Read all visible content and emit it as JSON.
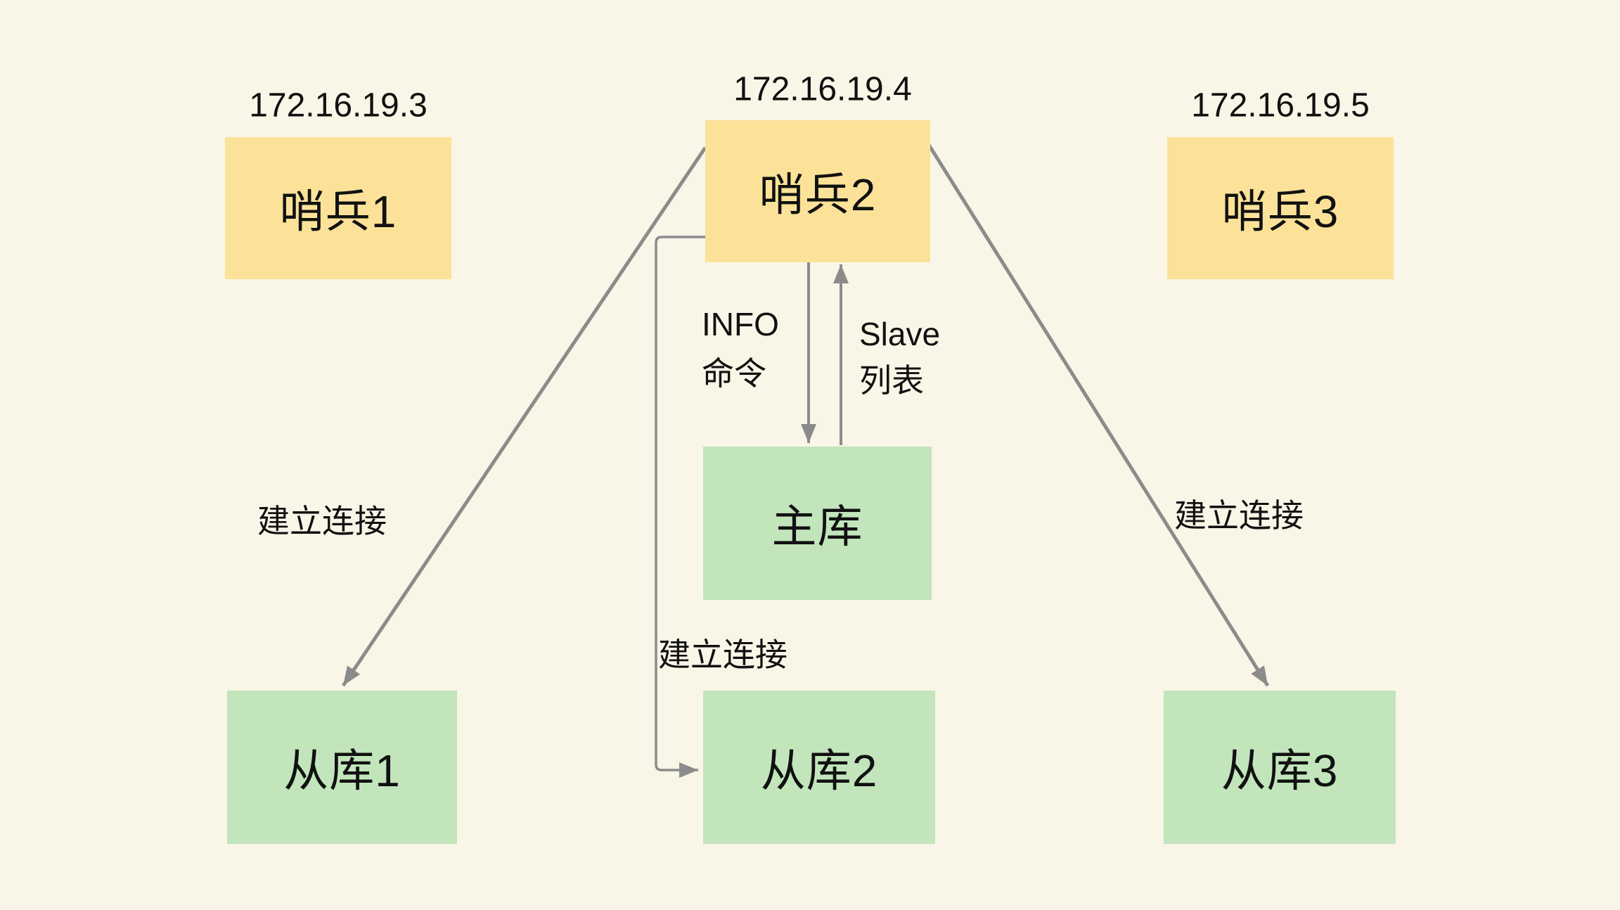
{
  "colors": {
    "background": "#F9F5E7",
    "sentinel_fill": "#FBE298",
    "database_fill": "#C2E5BC",
    "arrow": "#8B8B8B",
    "text": "#111111"
  },
  "nodes": {
    "sentinel1": {
      "label": "哨兵1",
      "ip": "172.16.19.3"
    },
    "sentinel2": {
      "label": "哨兵2",
      "ip": "172.16.19.4"
    },
    "sentinel3": {
      "label": "哨兵3",
      "ip": "172.16.19.5"
    },
    "master": {
      "label": "主库"
    },
    "replica1": {
      "label": "从库1"
    },
    "replica2": {
      "label": "从库2"
    },
    "replica3": {
      "label": "从库3"
    }
  },
  "edges": {
    "sentinel2_to_master": {
      "label_line1": "INFO",
      "label_line2": "命令"
    },
    "master_to_sentinel2": {
      "label_line1": "Slave",
      "label_line2": "列表"
    },
    "sentinel2_to_replica1": {
      "label": "建立连接"
    },
    "sentinel2_to_replica2": {
      "label": "建立连接"
    },
    "sentinel2_to_replica3": {
      "label": "建立连接"
    }
  }
}
